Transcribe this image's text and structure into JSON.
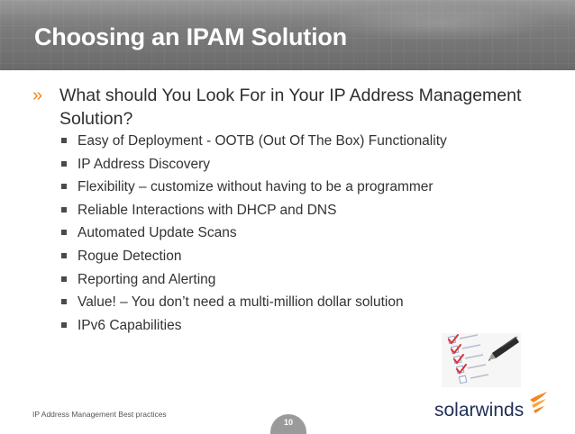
{
  "slide": {
    "title": "Choosing an IPAM Solution",
    "main_bullet": {
      "marker": "»",
      "text": "What should You Look For in Your IP Address Management Solution?"
    },
    "sub_bullets": [
      "Easy of Deployment  - OOTB (Out Of The Box) Functionality",
      "IP Address Discovery",
      "Flexibility – customize without having to be a programmer",
      "Reliable Interactions with DHCP and DNS",
      "Automated Update Scans",
      "Rogue Detection",
      "Reporting and Alerting",
      "Value! – You don’t need a multi-million dollar solution",
      "IPv6 Capabilities"
    ]
  },
  "footer": {
    "text": "IP Address Management Best practices",
    "page_number": "10",
    "logo_text": "solarwinds"
  },
  "colors": {
    "header": "#7d7d7d",
    "accent": "#f2881f",
    "logo_text": "#1f2f55",
    "body_text": "#333333"
  },
  "icons": {
    "illustration": "checklist-with-pen-icon",
    "logo_mark": "solarwinds-flame-icon"
  }
}
